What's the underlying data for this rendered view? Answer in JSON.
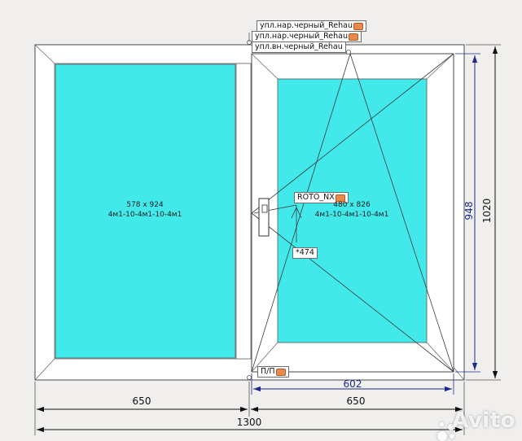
{
  "labels": {
    "seal_outer_1": "упл.нар.черный_Rehau",
    "seal_outer_2": "упл.нар.черный_Rehau",
    "seal_inner": "упл.вн.черный_Rehau",
    "fitting": "ROTO_NX",
    "handle_height": "*474",
    "sill_profile": "П/П"
  },
  "glass_left": {
    "size": "578 x 924",
    "formula": "4м1-10-4м1-10-4м1"
  },
  "glass_right": {
    "size": "480 x 826",
    "formula": "4м1-10-4м1-10-4м1"
  },
  "dimensions": {
    "left_width": "650",
    "right_width": "650",
    "total_width": "1300",
    "sash_width": "602",
    "sash_height": "948",
    "total_height": "1020"
  },
  "watermark": "Avito",
  "colors": {
    "glass": "#41e9eb",
    "frame": "#ffffff",
    "outline": "#4a4a4a",
    "sash_dimension": "#1c2a8c",
    "tag_marker": "#e88a4e"
  }
}
